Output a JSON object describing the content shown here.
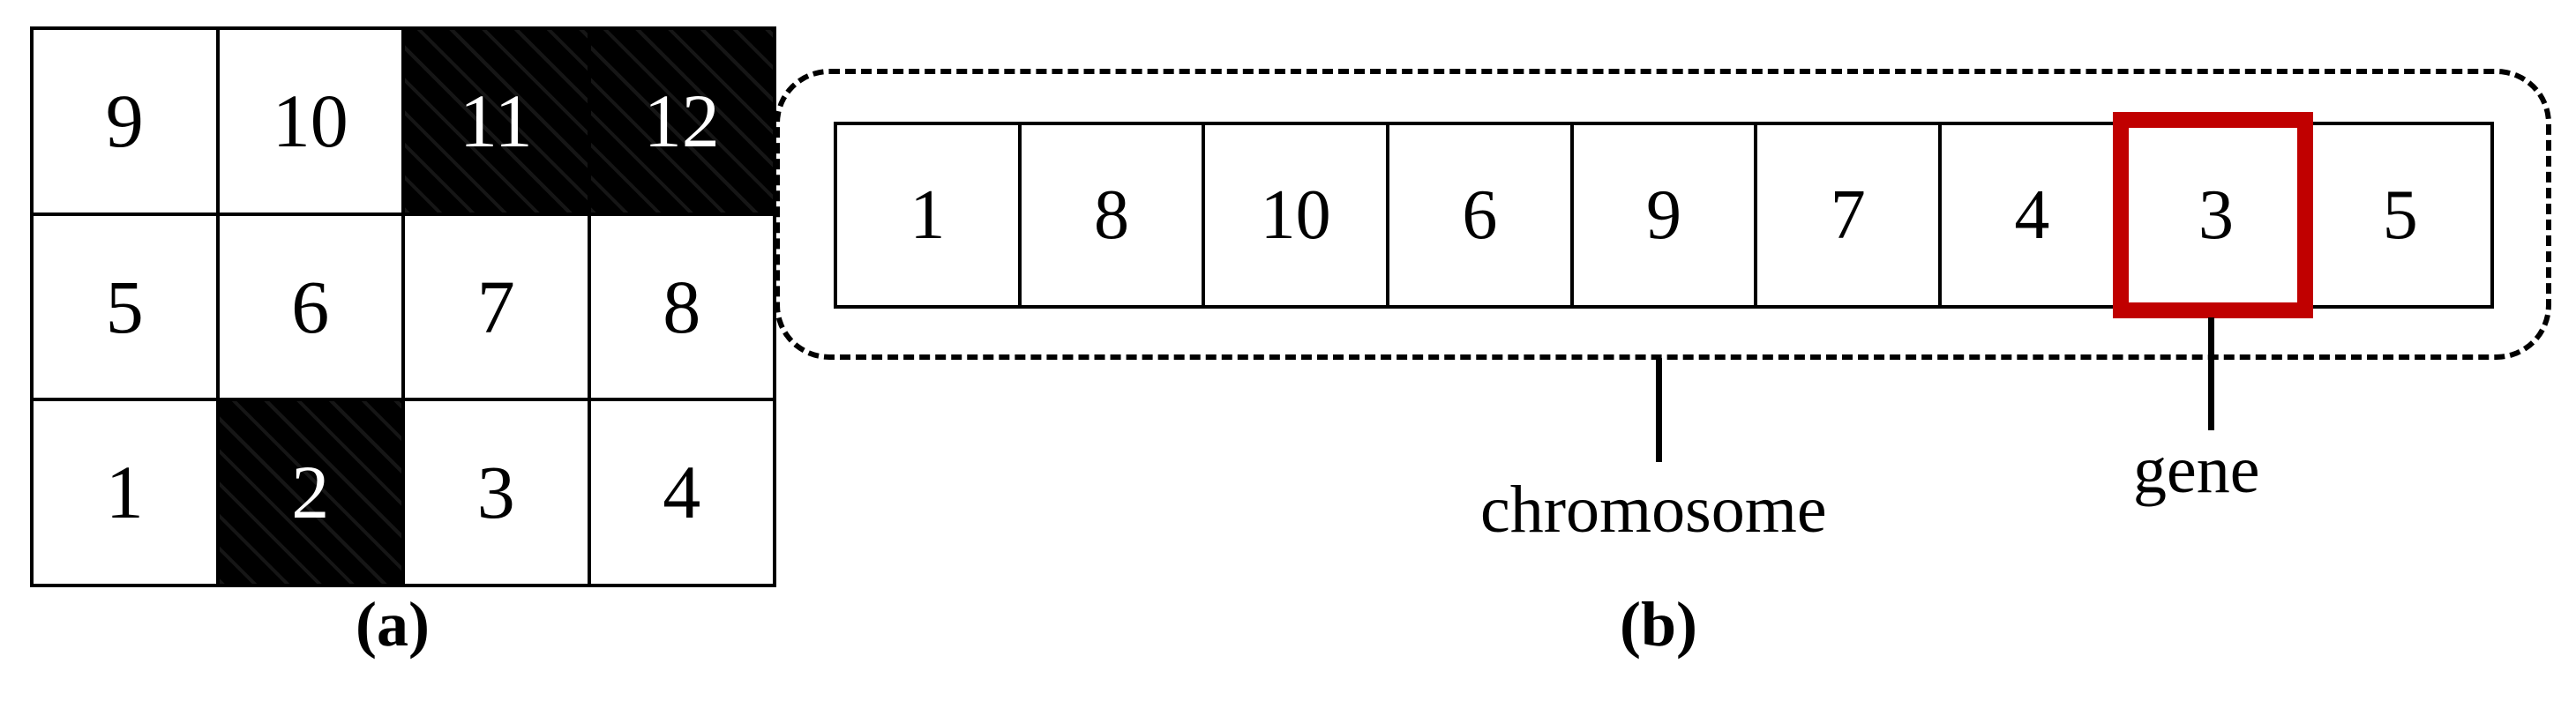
{
  "figure": {
    "panels": [
      {
        "id": "a",
        "caption": "(a)",
        "type": "grid",
        "rows": 3,
        "cols": 4,
        "cells": [
          [
            {
              "value": "9",
              "filled": false
            },
            {
              "value": "10",
              "filled": false
            },
            {
              "value": "11",
              "filled": true
            },
            {
              "value": "12",
              "filled": true
            }
          ],
          [
            {
              "value": "5",
              "filled": false
            },
            {
              "value": "6",
              "filled": false
            },
            {
              "value": "7",
              "filled": false
            },
            {
              "value": "8",
              "filled": false
            }
          ],
          [
            {
              "value": "1",
              "filled": false
            },
            {
              "value": "2",
              "filled": true
            },
            {
              "value": "3",
              "filled": false
            },
            {
              "value": "4",
              "filled": false
            }
          ]
        ]
      },
      {
        "id": "b",
        "caption": "(b)",
        "type": "chromosome",
        "genes": [
          {
            "value": "1",
            "highlighted": false
          },
          {
            "value": "8",
            "highlighted": false
          },
          {
            "value": "10",
            "highlighted": false
          },
          {
            "value": "6",
            "highlighted": false
          },
          {
            "value": "9",
            "highlighted": false
          },
          {
            "value": "7",
            "highlighted": false
          },
          {
            "value": "4",
            "highlighted": false
          },
          {
            "value": "3",
            "highlighted": true
          },
          {
            "value": "5",
            "highlighted": false
          }
        ],
        "annotations": {
          "chromosome_label": "chromosome",
          "gene_label": "gene"
        }
      }
    ]
  },
  "colors": {
    "highlight_red": "#C00000",
    "stroke_black": "#000000",
    "background_white": "#FFFFFF",
    "filled_cell_background": "#000000",
    "filled_cell_text": "#FFFFFF"
  }
}
